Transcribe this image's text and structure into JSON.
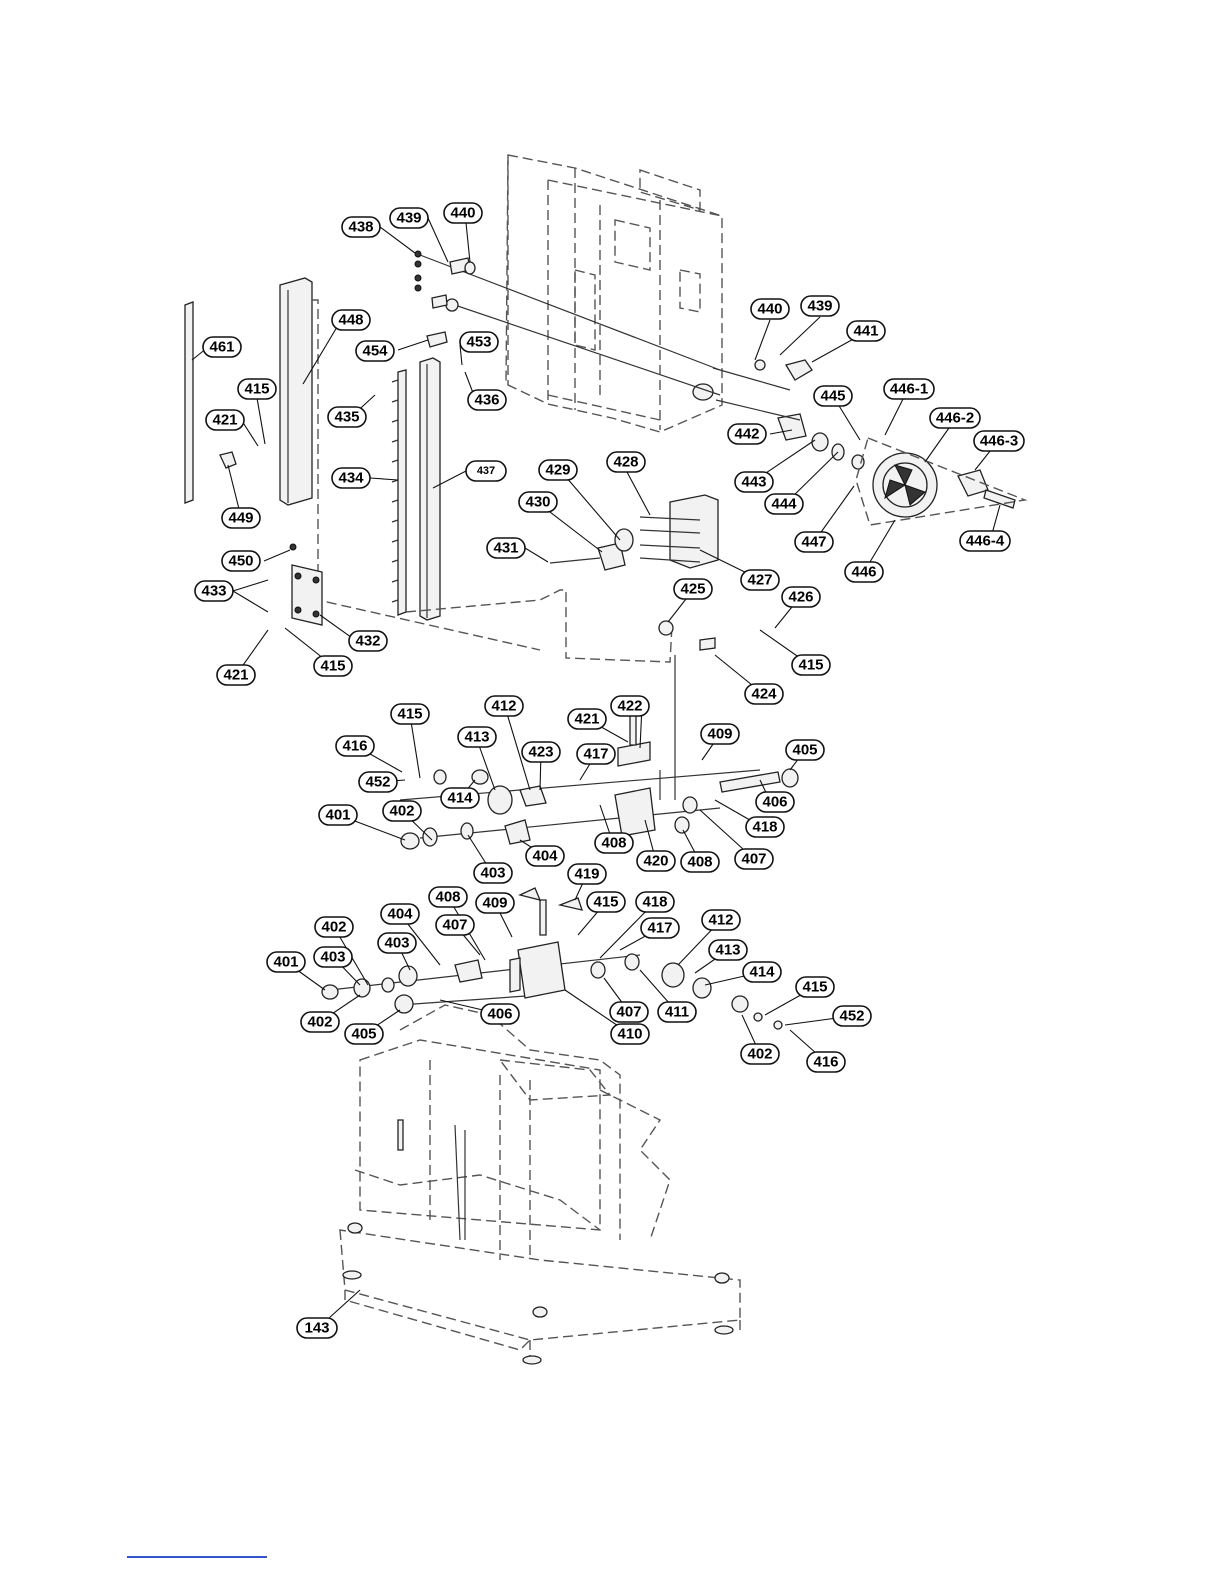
{
  "diagram": {
    "callouts": [
      "438",
      "439",
      "440",
      "461",
      "448",
      "454",
      "453",
      "436",
      "415",
      "421",
      "435",
      "434",
      "437",
      "449",
      "450",
      "433",
      "432",
      "421",
      "415",
      "440",
      "439",
      "441",
      "445",
      "446-1",
      "446-2",
      "446-3",
      "442",
      "443",
      "444",
      "447",
      "446-4",
      "446",
      "429",
      "428",
      "430",
      "431",
      "427",
      "425",
      "426",
      "415",
      "424",
      "415",
      "412",
      "421",
      "422",
      "409",
      "405",
      "416",
      "413",
      "423",
      "417",
      "452",
      "414",
      "406",
      "418",
      "401",
      "402",
      "408",
      "420",
      "408",
      "407",
      "404",
      "403",
      "408",
      "409",
      "419",
      "415",
      "418",
      "402",
      "404",
      "407",
      "417",
      "412",
      "403",
      "413",
      "401",
      "403",
      "414",
      "402",
      "406",
      "411",
      "407",
      "410",
      "415",
      "452",
      "405",
      "402",
      "416",
      "143"
    ]
  }
}
